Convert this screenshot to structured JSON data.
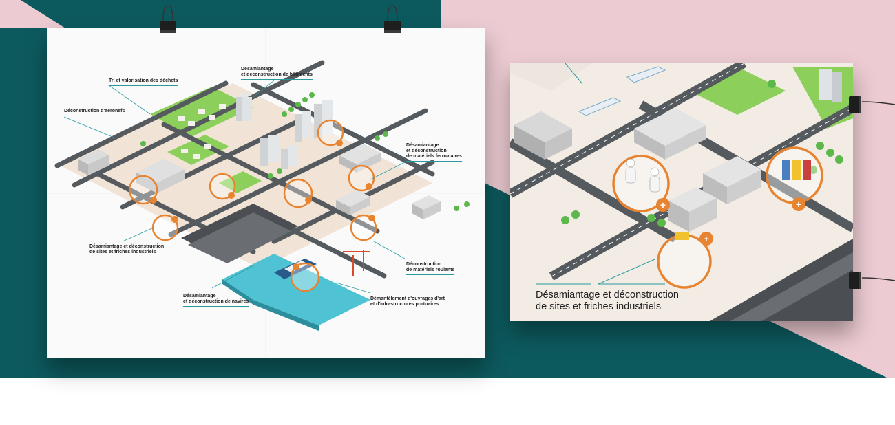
{
  "colors": {
    "background_teal": "#0d5a5e",
    "background_pink": "#eccbd2",
    "accent_orange": "#e8832f",
    "accent_teal_line": "#2a9aa0",
    "grass": "#8ccf5a",
    "road": "#555a5e",
    "water": "#4fc3d3"
  },
  "poster_left": {
    "labels": [
      {
        "id": "tri",
        "text": "Tri et valorisation des déchets"
      },
      {
        "id": "desam-bat",
        "text": "Désamiantage\net déconstruction de bâtiments"
      },
      {
        "id": "aeronefs",
        "text": "Déconstruction d'aéronefs"
      },
      {
        "id": "ferro",
        "text": "Désamiantage\net déconstruction\nde matériels ferroviaires"
      },
      {
        "id": "sites",
        "text": "Désamiantage et déconstruction\nde sites et friches industriels"
      },
      {
        "id": "roulants",
        "text": "Déconstruction\nde matériels roulants"
      },
      {
        "id": "navires",
        "text": "Désamiantage\net déconstruction de navires"
      },
      {
        "id": "ouvrages",
        "text": "Démantèlement d'ouvrages d'art\net d'infrastructures portuaires"
      }
    ]
  },
  "poster_right": {
    "title": "Désamiantage et déconstruction\nde sites et friches industriels"
  },
  "icons": {
    "plus_marker": "plus-marker-icon",
    "binder_clip": "binder-clip-icon"
  }
}
